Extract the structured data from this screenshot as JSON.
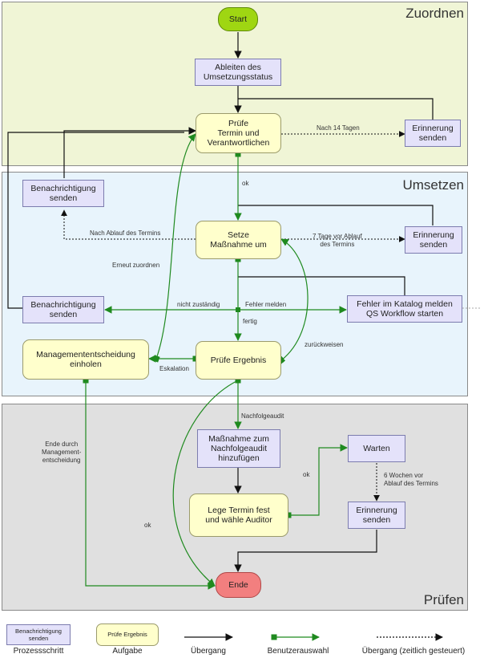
{
  "lanes": {
    "zuordnen": "Zuordnen",
    "umsetzen": "Umsetzen",
    "pruefen": "Prüfen"
  },
  "nodes": {
    "start": "Start",
    "ableiten": "Ableiten des\nUmsetzungsstatus",
    "pruefe_termin": "Prüfe\nTermin und\nVerantwortlichen",
    "erinnerung1": "Erinnerung\nsenden",
    "benachrichtigung1": "Benachrichtigung\nsenden",
    "setze_massnahme": "Setze\nMaßnahme um",
    "erinnerung2": "Erinnerung\nsenden",
    "benachrichtigung2": "Benachrichtigung\nsenden",
    "fehler_katalog": "Fehler im Katalog melden\nQS Workflow starten",
    "management": "Managemententscheidung\neinholen",
    "pruefe_ergebnis": "Prüfe Ergebnis",
    "massnahme_nachfolge": "Maßnahme zum\nNachfolgeaudit\nhinzufügen",
    "warten": "Warten",
    "lege_termin": "Lege Termin fest\nund wähle Auditor",
    "erinnerung3": "Erinnerung\nsenden",
    "ende": "Ende"
  },
  "edge_labels": {
    "nach14": "Nach 14 Tagen",
    "ok1": "ok",
    "nach_ablauf": "Nach Ablauf des Termins",
    "sieben_tage": "7 Tage vor Ablauf\ndes Termins",
    "erneut": "Erneut zuordnen",
    "nicht_zustaendig": "nicht zuständig",
    "fehler_melden": "Fehler melden",
    "fertig": "fertig",
    "zurueckweisen": "zurückweisen",
    "eskalation": "Eskalation",
    "nachfolgeaudit": "Nachfolgeaudit",
    "ende_durch": "Ende durch\nManagement-\nentscheidung",
    "ok2": "ok",
    "sechs_wochen": "6 Wochen vor\nAblauf des Termins",
    "ok3": "ok"
  },
  "legend": {
    "proc_sample": "Benachrichtigung\nsenden",
    "proc_caption": "Prozessschritt",
    "task_sample": "Prüfe Ergebnis",
    "task_caption": "Aufgabe",
    "transition_caption": "Übergang",
    "user_choice_caption": "Benutzerauswahl",
    "timed_caption": "Übergang (zeitlich gesteuert)"
  },
  "colors": {
    "lane_zuordnen": "#f0f5d6",
    "lane_umsetzen": "#e8f4fc",
    "lane_pruefen": "#e0e0e0",
    "process": "#e4e2fa",
    "task": "#ffffcc",
    "start": "#9fd612",
    "end": "#f27f7f",
    "user_choice": "#1f8a1f"
  }
}
